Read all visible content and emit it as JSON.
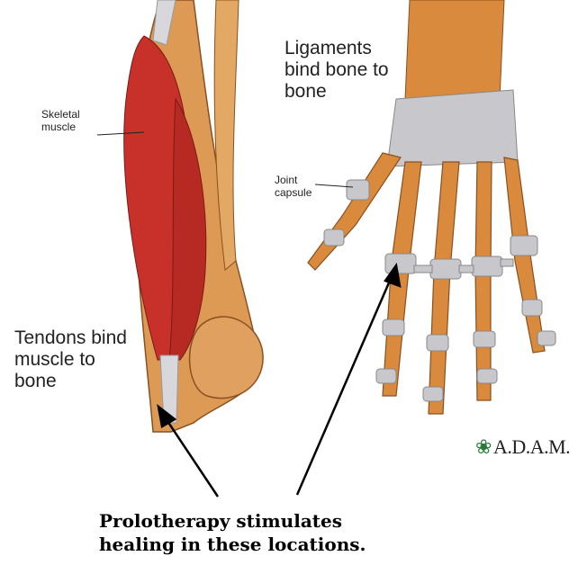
{
  "labels": {
    "skeletal_muscle": "Skeletal muscle",
    "ligaments": "Ligaments bind bone to bone",
    "joint_capsule": "Joint capsule",
    "tendons": "Tendons bind muscle to bone"
  },
  "caption": {
    "line1": "Prolotherapy stimulates",
    "line2": "healing in these locations."
  },
  "logo": "A.D.A.M.",
  "colors": {
    "muscle": "#c8302a",
    "bone": "#d98a3c",
    "ligament": "#c8c8cc",
    "arrow": "#000000"
  }
}
